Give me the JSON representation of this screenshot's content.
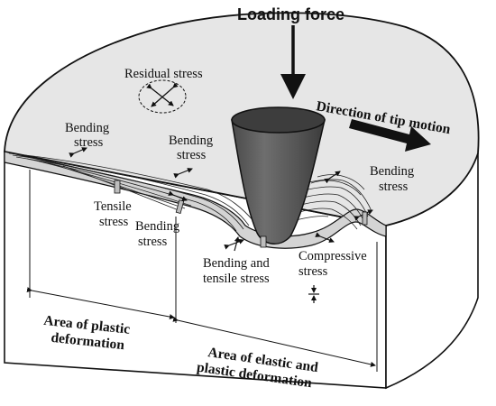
{
  "labels": {
    "loading_force": "Loading force",
    "direction": "Direction of tip motion",
    "residual": "Residual stress",
    "bending_left_l1": "Bending",
    "bending_left_l2": "stress",
    "bending_mid_l1": "Bending",
    "bending_mid_l2": "stress",
    "bending_right_l1": "Bending",
    "bending_right_l2": "stress",
    "tensile_l1": "Tensile",
    "tensile_l2": "stress",
    "bending_low_l1": "Bending",
    "bending_low_l2": "stress",
    "bend_tensile_l1": "Bending and",
    "bend_tensile_l2": "tensile stress",
    "compressive_l1": "Compressive",
    "compressive_l2": "stress",
    "plastic_l1": "Area of plastic",
    "plastic_l2": "deformation",
    "elastic_l1": "Area of elastic and",
    "elastic_l2": "plastic deformation"
  },
  "colors": {
    "surface": "#e6e6e6",
    "side": "#ffffff",
    "tip": "#595959",
    "tip_shade": "#3a3a3a",
    "groove": "#d2d2d2",
    "ink": "#111111"
  },
  "icons": [
    "loading-force-arrow",
    "direction-arrow",
    "residual-stress-cross-icon",
    "stress-arrow-icon"
  ]
}
